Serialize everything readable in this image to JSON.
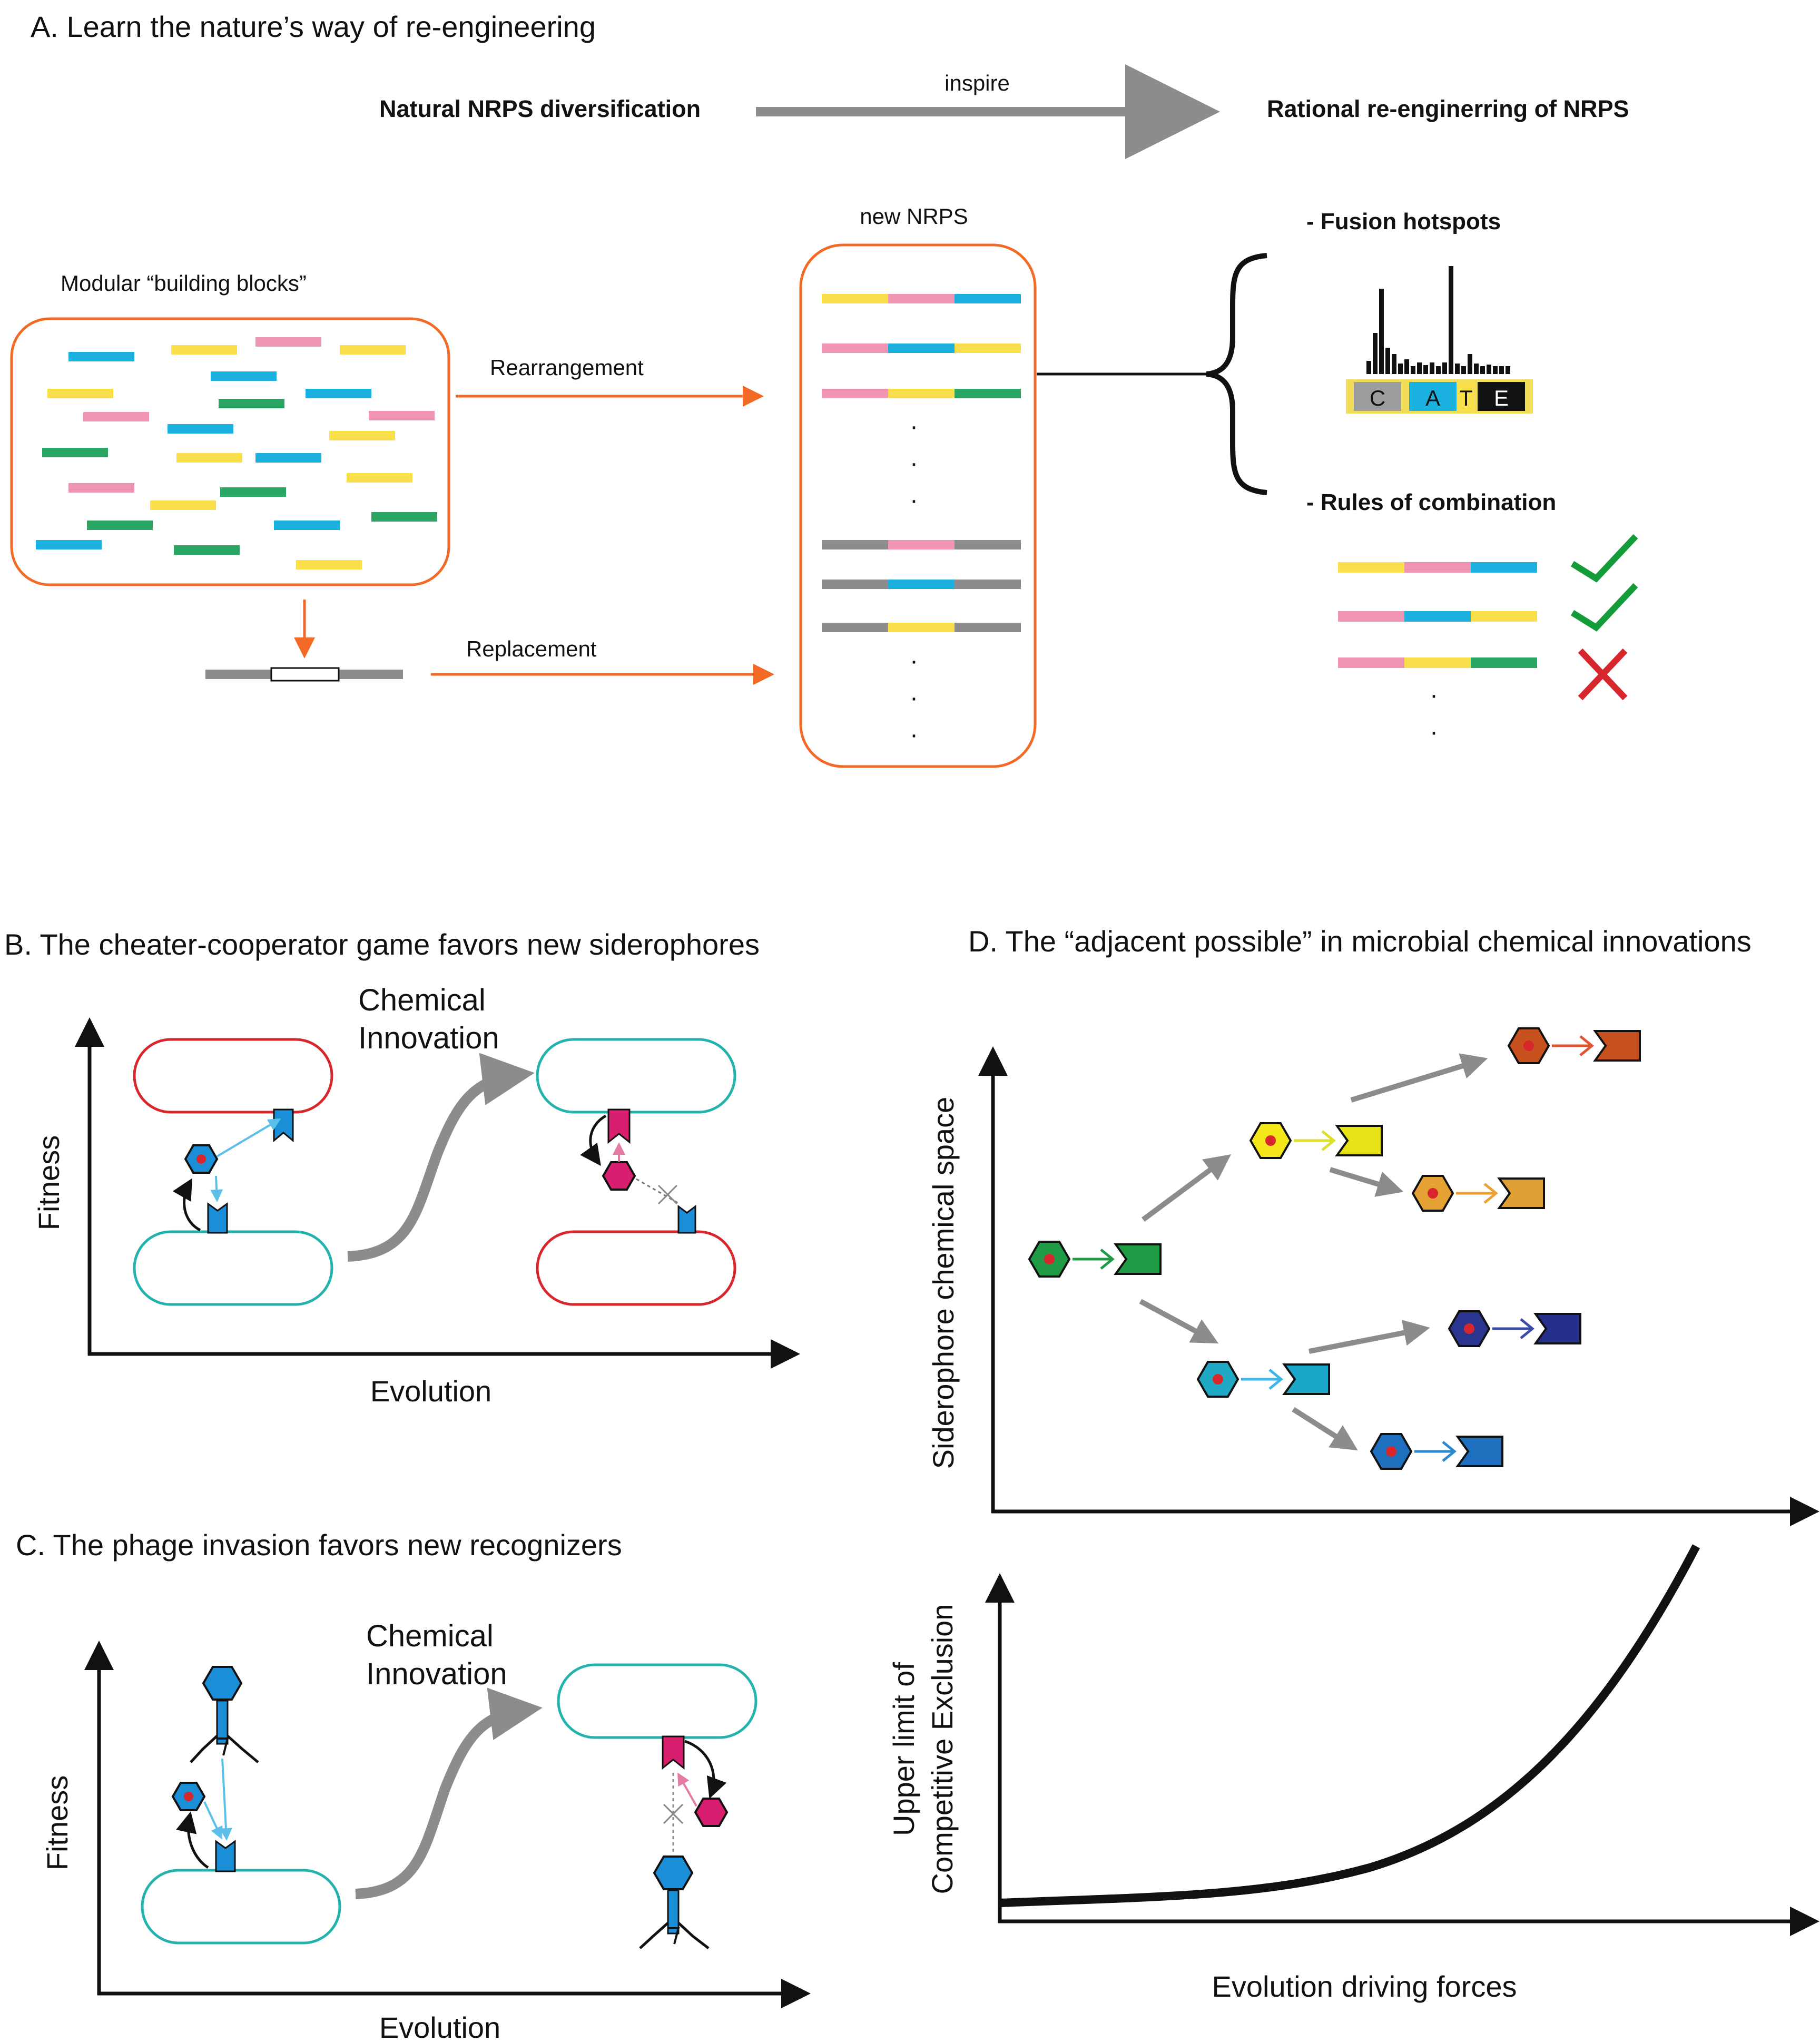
{
  "panelA": {
    "title": "A. Learn the nature’s way of re-engineering",
    "left_label": "Natural NRPS diversification",
    "arrow_label": "inspire",
    "right_label": "Rational re-enginerring of NRPS",
    "building_blocks_label": "Modular “building blocks”",
    "new_nrps_label": "new NRPS",
    "rearrangement_label": "Rearrangement",
    "replacement_label": "Replacement",
    "fusion_label": "- Fusion hotspots",
    "domains": [
      "C",
      "A",
      "T",
      "E"
    ],
    "rules_label": "- Rules of combination",
    "dot": "·"
  },
  "panelB": {
    "title": "B. The cheater-cooperator game favors new siderophores",
    "innovation_line1": "Chemical",
    "innovation_line2": "Innovation",
    "ylabel": "Fitness",
    "xlabel": "Evolution"
  },
  "panelC": {
    "title": "C. The phage invasion favors new recognizers",
    "innovation_line1": "Chemical",
    "innovation_line2": "Innovation",
    "ylabel": "Fitness",
    "xlabel": "Evolution"
  },
  "panelD": {
    "title": "D. The “adjacent possible” in microbial chemical innovations",
    "ylabel": "Siderophore chemical space",
    "ylabel2_line1": "Upper limit of",
    "ylabel2_line2": "Competitive Exclusion",
    "xlabel": "Evolution driving forces"
  },
  "colors": {
    "yellow": "#f9e04a",
    "pink": "#ef95b1",
    "blue": "#1ab1e0",
    "green": "#2aa564",
    "gray": "#8c8c8c",
    "orange": "#f26a26",
    "teal": "#23b2ad",
    "red": "#d8262d",
    "magenta": "#d81e6e",
    "check": "#159c3a"
  }
}
